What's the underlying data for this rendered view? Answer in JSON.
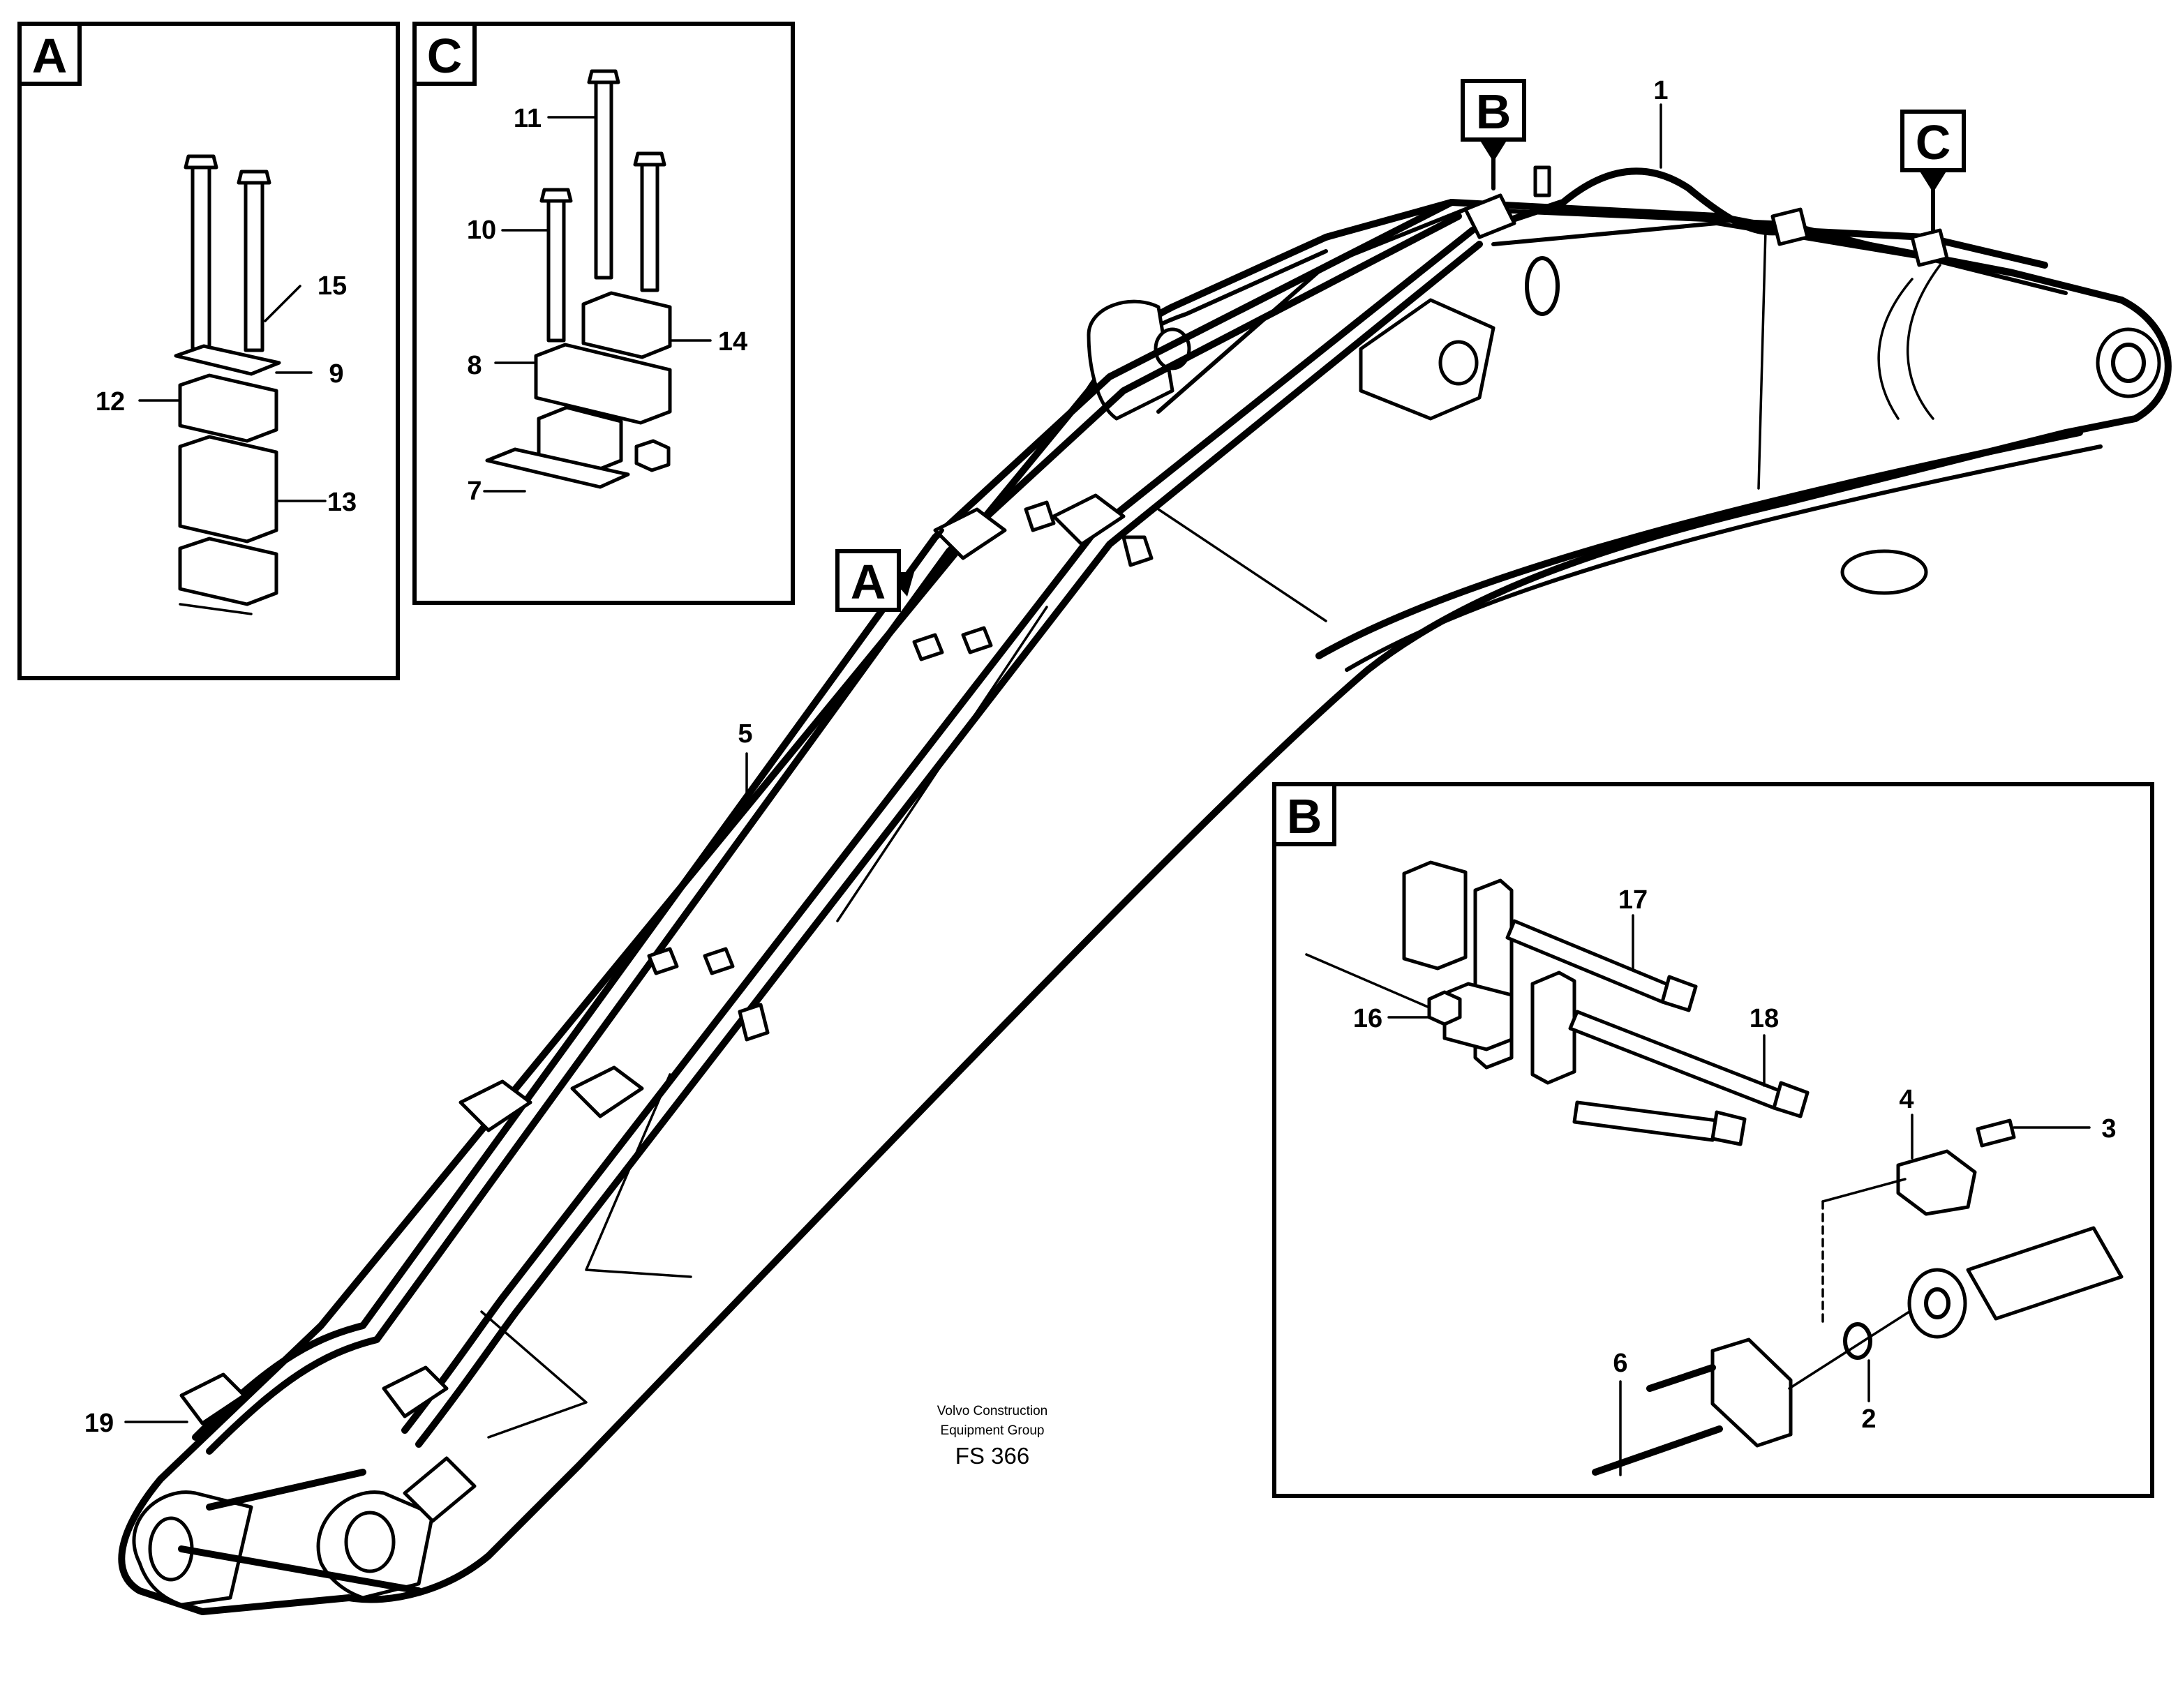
{
  "panels": {
    "a": {
      "letter": "A"
    },
    "b": {
      "letter": "B"
    },
    "c": {
      "letter": "C"
    }
  },
  "callouts": {
    "main_a": "A",
    "main_b": "B",
    "main_c": "C"
  },
  "part_numbers": {
    "p1": "1",
    "p2": "2",
    "p3": "3",
    "p4": "4",
    "p5": "5",
    "p6": "6",
    "p7": "7",
    "p8": "8",
    "p9": "9",
    "p10": "10",
    "p11": "11",
    "p12": "12",
    "p13": "13",
    "p14": "14",
    "p15": "15",
    "p16": "16",
    "p17": "17",
    "p18": "18",
    "p19": "19"
  },
  "caption": {
    "line1": "Volvo Construction",
    "line2": "Equipment Group",
    "code": "FS 366"
  }
}
